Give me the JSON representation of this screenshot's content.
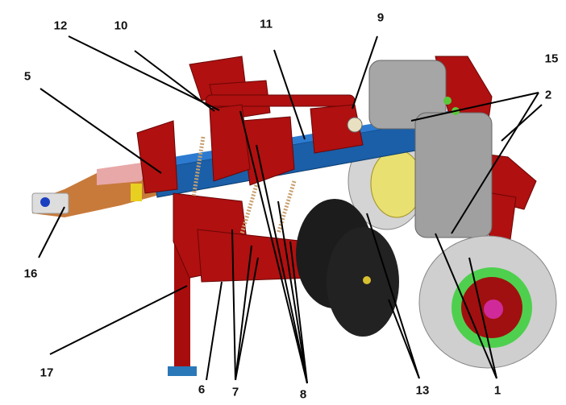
{
  "title": "Seeder unit assembly with numbered components",
  "labels": {
    "l1": "1",
    "l2": "2",
    "l5": "5",
    "l6": "6",
    "l7": "7",
    "l8": "8",
    "l9": "9",
    "l10": "10",
    "l11": "11",
    "l12": "12",
    "l13": "13",
    "l15": "15",
    "l16": "16",
    "l17": "17"
  },
  "colors": {
    "frame": "#b01010",
    "beam": "#1a5fa8",
    "weight": "#9a9a9a",
    "tire": "#c9c9c9",
    "disc": "#1a1a1a",
    "hub": "#3fc43f"
  }
}
